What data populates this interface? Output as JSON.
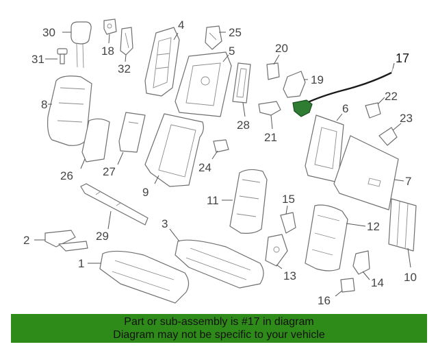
{
  "callouts": {
    "c1": "1",
    "c2": "2",
    "c3": "3",
    "c4": "4",
    "c5": "5",
    "c6": "6",
    "c7": "7",
    "c8": "8",
    "c9": "9",
    "c10": "10",
    "c11": "11",
    "c12": "12",
    "c13": "13",
    "c14": "14",
    "c15": "15",
    "c16": "16",
    "c17": "17",
    "c18": "18",
    "c19": "19",
    "c20": "20",
    "c21": "21",
    "c22": "22",
    "c23": "23",
    "c24": "24",
    "c25": "25",
    "c26": "26",
    "c27": "27",
    "c28": "28",
    "c29": "29",
    "c30": "30",
    "c31": "31",
    "c32": "32"
  },
  "banner": {
    "line1": "Part or sub-assembly is #17 in diagram",
    "line2": "Diagram may not be specific to your vehicle"
  },
  "colors": {
    "highlight_part": "#2e7d32",
    "banner_background": "#2e8b1a"
  }
}
